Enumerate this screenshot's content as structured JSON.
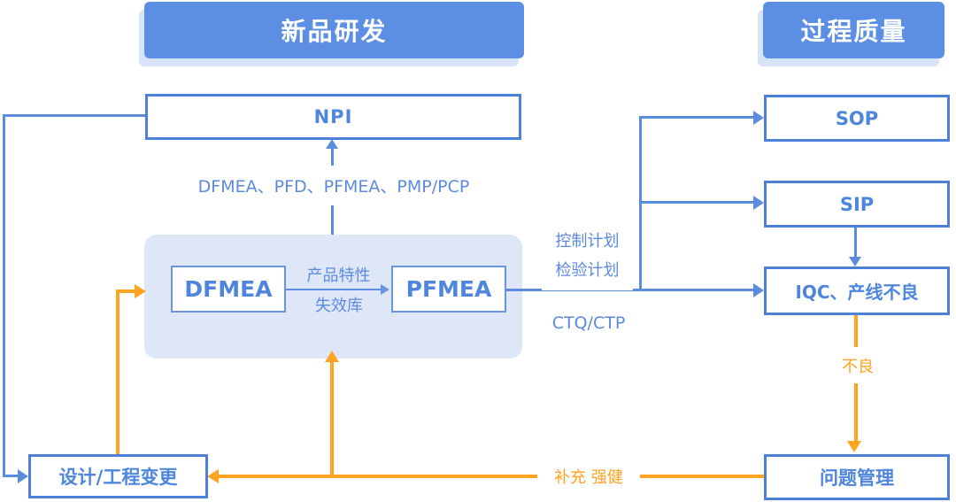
{
  "colors": {
    "header_fill": "#5C8FE4",
    "header_shadow": "#D7E3F8",
    "box_border": "#4D80DA",
    "box_text": "#4E86DD",
    "container_fill": "#DEE7F8",
    "line_blue": "#5B8CDE",
    "line_orange": "#FFA321",
    "label_text_blue": "#5B8AE0"
  },
  "headers": {
    "left": "新品研发",
    "right": "过程质量"
  },
  "nodes": {
    "npi": "NPI",
    "dfmea": "DFMEA",
    "pfmea": "PFMEA",
    "sop": "SOP",
    "sip": "SIP",
    "iqc": "IQC、产线不良",
    "issue_mgmt": "问题管理",
    "design_change": "设计/工程变更"
  },
  "labels": {
    "fmea_tools": "DFMEA、PFD、PFMEA、PMP/PCP",
    "product_traits": "产品特性",
    "failure_lib": "失效库",
    "control_plan": "控制计划",
    "inspection_plan": "检验计划",
    "ctq_ctp": "CTQ/CTP",
    "defect": "不良",
    "supplement_strengthen": "补充 强健"
  }
}
